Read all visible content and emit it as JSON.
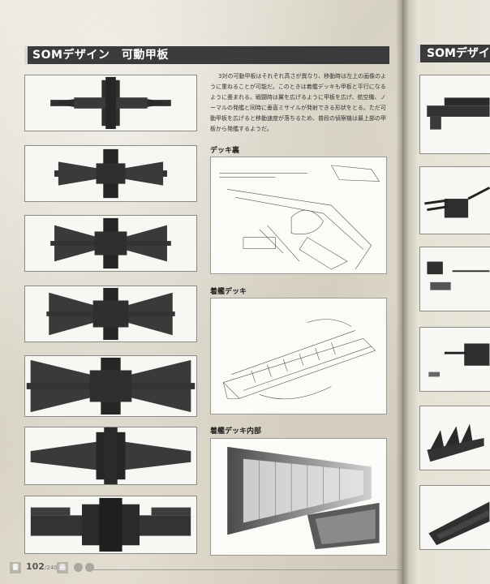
{
  "header": {
    "title": "SOMデザイン　可動甲板",
    "right_title": "SOMデザイン"
  },
  "body_text": "3対の可動甲板はそれぞれ高さが異なり、移動時は左上の画像のように重ねることが可能だ。このときは着艦デッキも甲板と平行になるように畳まれる。戦闘時は翼を広げるように甲板を広げ、航空機、ノーマルの発艦と同時に垂直ミサイルが発射できる形状をとる。ただ可動甲板を広げると移動速度が落ちるため、普段の偵察機は最上部の甲板から発艦するようだ。",
  "sections": [
    {
      "label": "デッキ裏"
    },
    {
      "label": "着艦デッキ"
    },
    {
      "label": "着艦デッキ内部"
    }
  ],
  "footer": {
    "chip_left": "書",
    "page": "102",
    "total": "/240",
    "chip_right": "画"
  },
  "colors": {
    "header_bg": "#3b3b3b",
    "header_text": "#ffffff",
    "paper": "#e4e0d4"
  }
}
